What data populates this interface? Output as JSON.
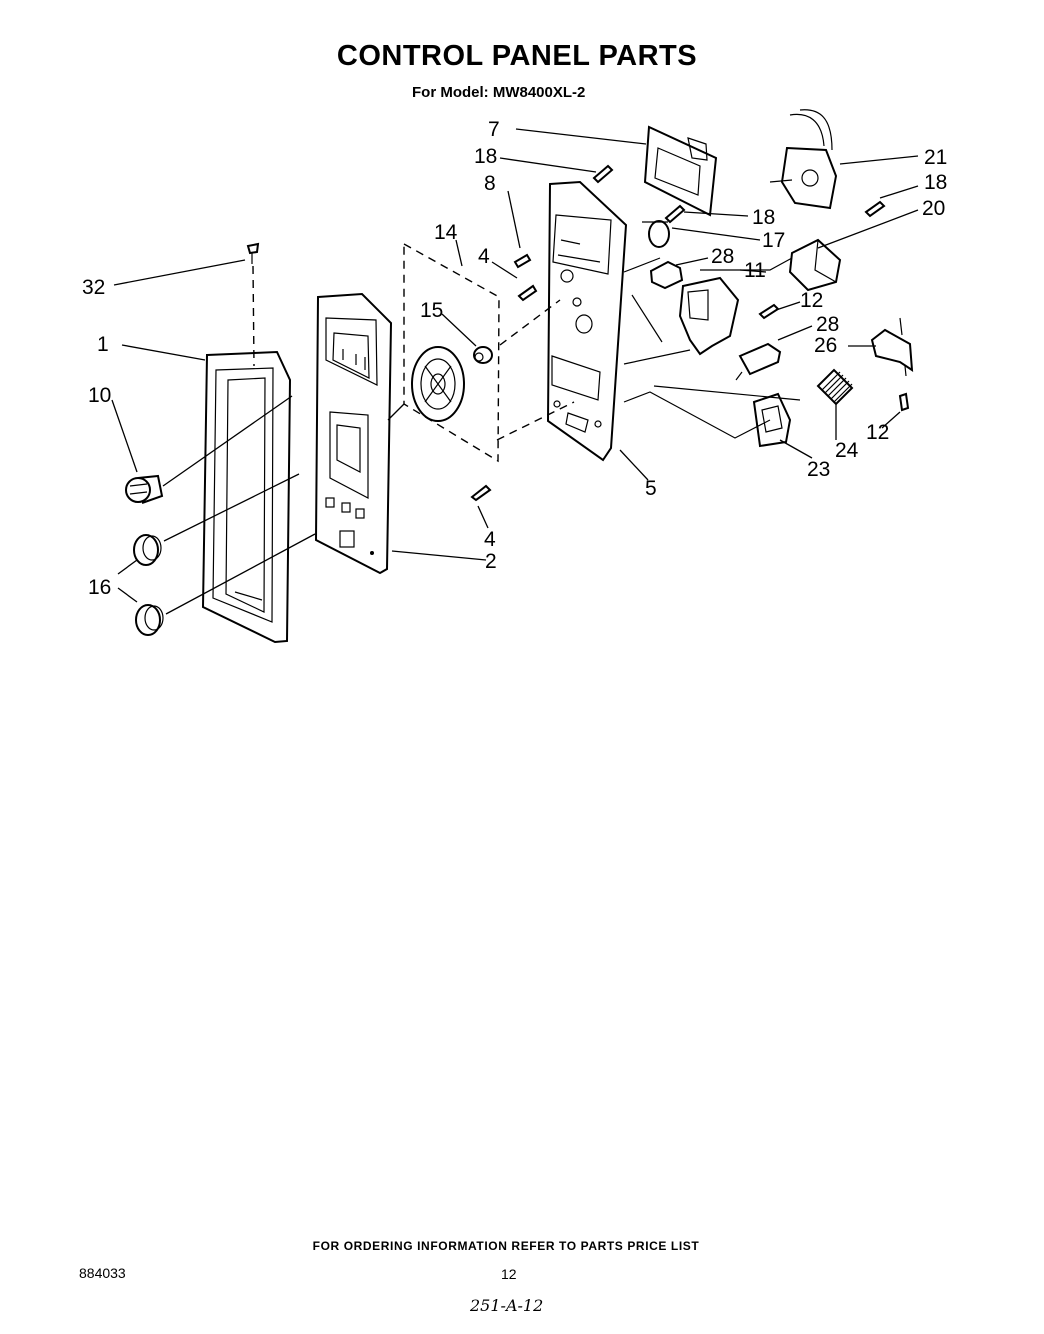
{
  "header": {
    "title": "CONTROL PANEL PARTS",
    "model_line": "For Model: MW8400XL-2"
  },
  "callouts": [
    {
      "id": "c1",
      "label": "1"
    },
    {
      "id": "c2",
      "label": "2"
    },
    {
      "id": "c4a",
      "label": "4"
    },
    {
      "id": "c4b",
      "label": "4"
    },
    {
      "id": "c5",
      "label": "5"
    },
    {
      "id": "c7",
      "label": "7"
    },
    {
      "id": "c8",
      "label": "8"
    },
    {
      "id": "c10",
      "label": "10"
    },
    {
      "id": "c11",
      "label": "11"
    },
    {
      "id": "c12a",
      "label": "12"
    },
    {
      "id": "c12b",
      "label": "12"
    },
    {
      "id": "c14",
      "label": "14"
    },
    {
      "id": "c15",
      "label": "15"
    },
    {
      "id": "c16",
      "label": "16"
    },
    {
      "id": "c17",
      "label": "17"
    },
    {
      "id": "c18a",
      "label": "18"
    },
    {
      "id": "c18b",
      "label": "18"
    },
    {
      "id": "c18c",
      "label": "18"
    },
    {
      "id": "c20",
      "label": "20"
    },
    {
      "id": "c21",
      "label": "21"
    },
    {
      "id": "c23",
      "label": "23"
    },
    {
      "id": "c24",
      "label": "24"
    },
    {
      "id": "c26",
      "label": "26"
    },
    {
      "id": "c28a",
      "label": "28"
    },
    {
      "id": "c28b",
      "label": "28"
    },
    {
      "id": "c32",
      "label": "32"
    }
  ],
  "footer": {
    "ordering_note": "FOR ORDERING INFORMATION REFER TO PARTS PRICE LIST",
    "doc_number": "884033",
    "page_number": "12",
    "handwritten_code": "251-A-12"
  }
}
